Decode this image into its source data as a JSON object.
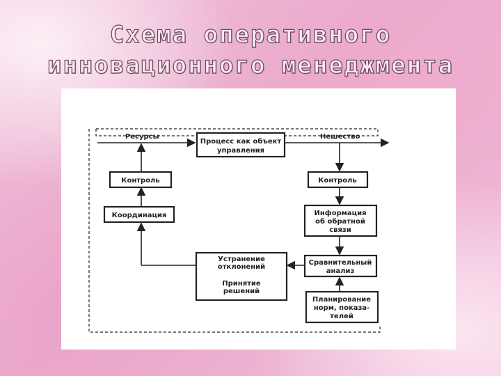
{
  "title": {
    "line1": "Схема оперативного",
    "line2": "инновационного менеджмента"
  },
  "diagram": {
    "resources": "Ресурсы",
    "process": [
      "Процесс как объект",
      "управления"
    ],
    "novelty": "Нешество",
    "control_left": "Контроль",
    "coordination": "Координация",
    "control_right": "Контроль",
    "feedback": [
      "Информация",
      "об обратной",
      "связи"
    ],
    "comparative": [
      "Сравнительный",
      "анализ"
    ],
    "planning": [
      "Планирование",
      "норм, показа-",
      "телей"
    ],
    "elimination": [
      "Устранение",
      "отклонений"
    ],
    "decision": [
      "Принятие",
      "решений"
    ]
  }
}
